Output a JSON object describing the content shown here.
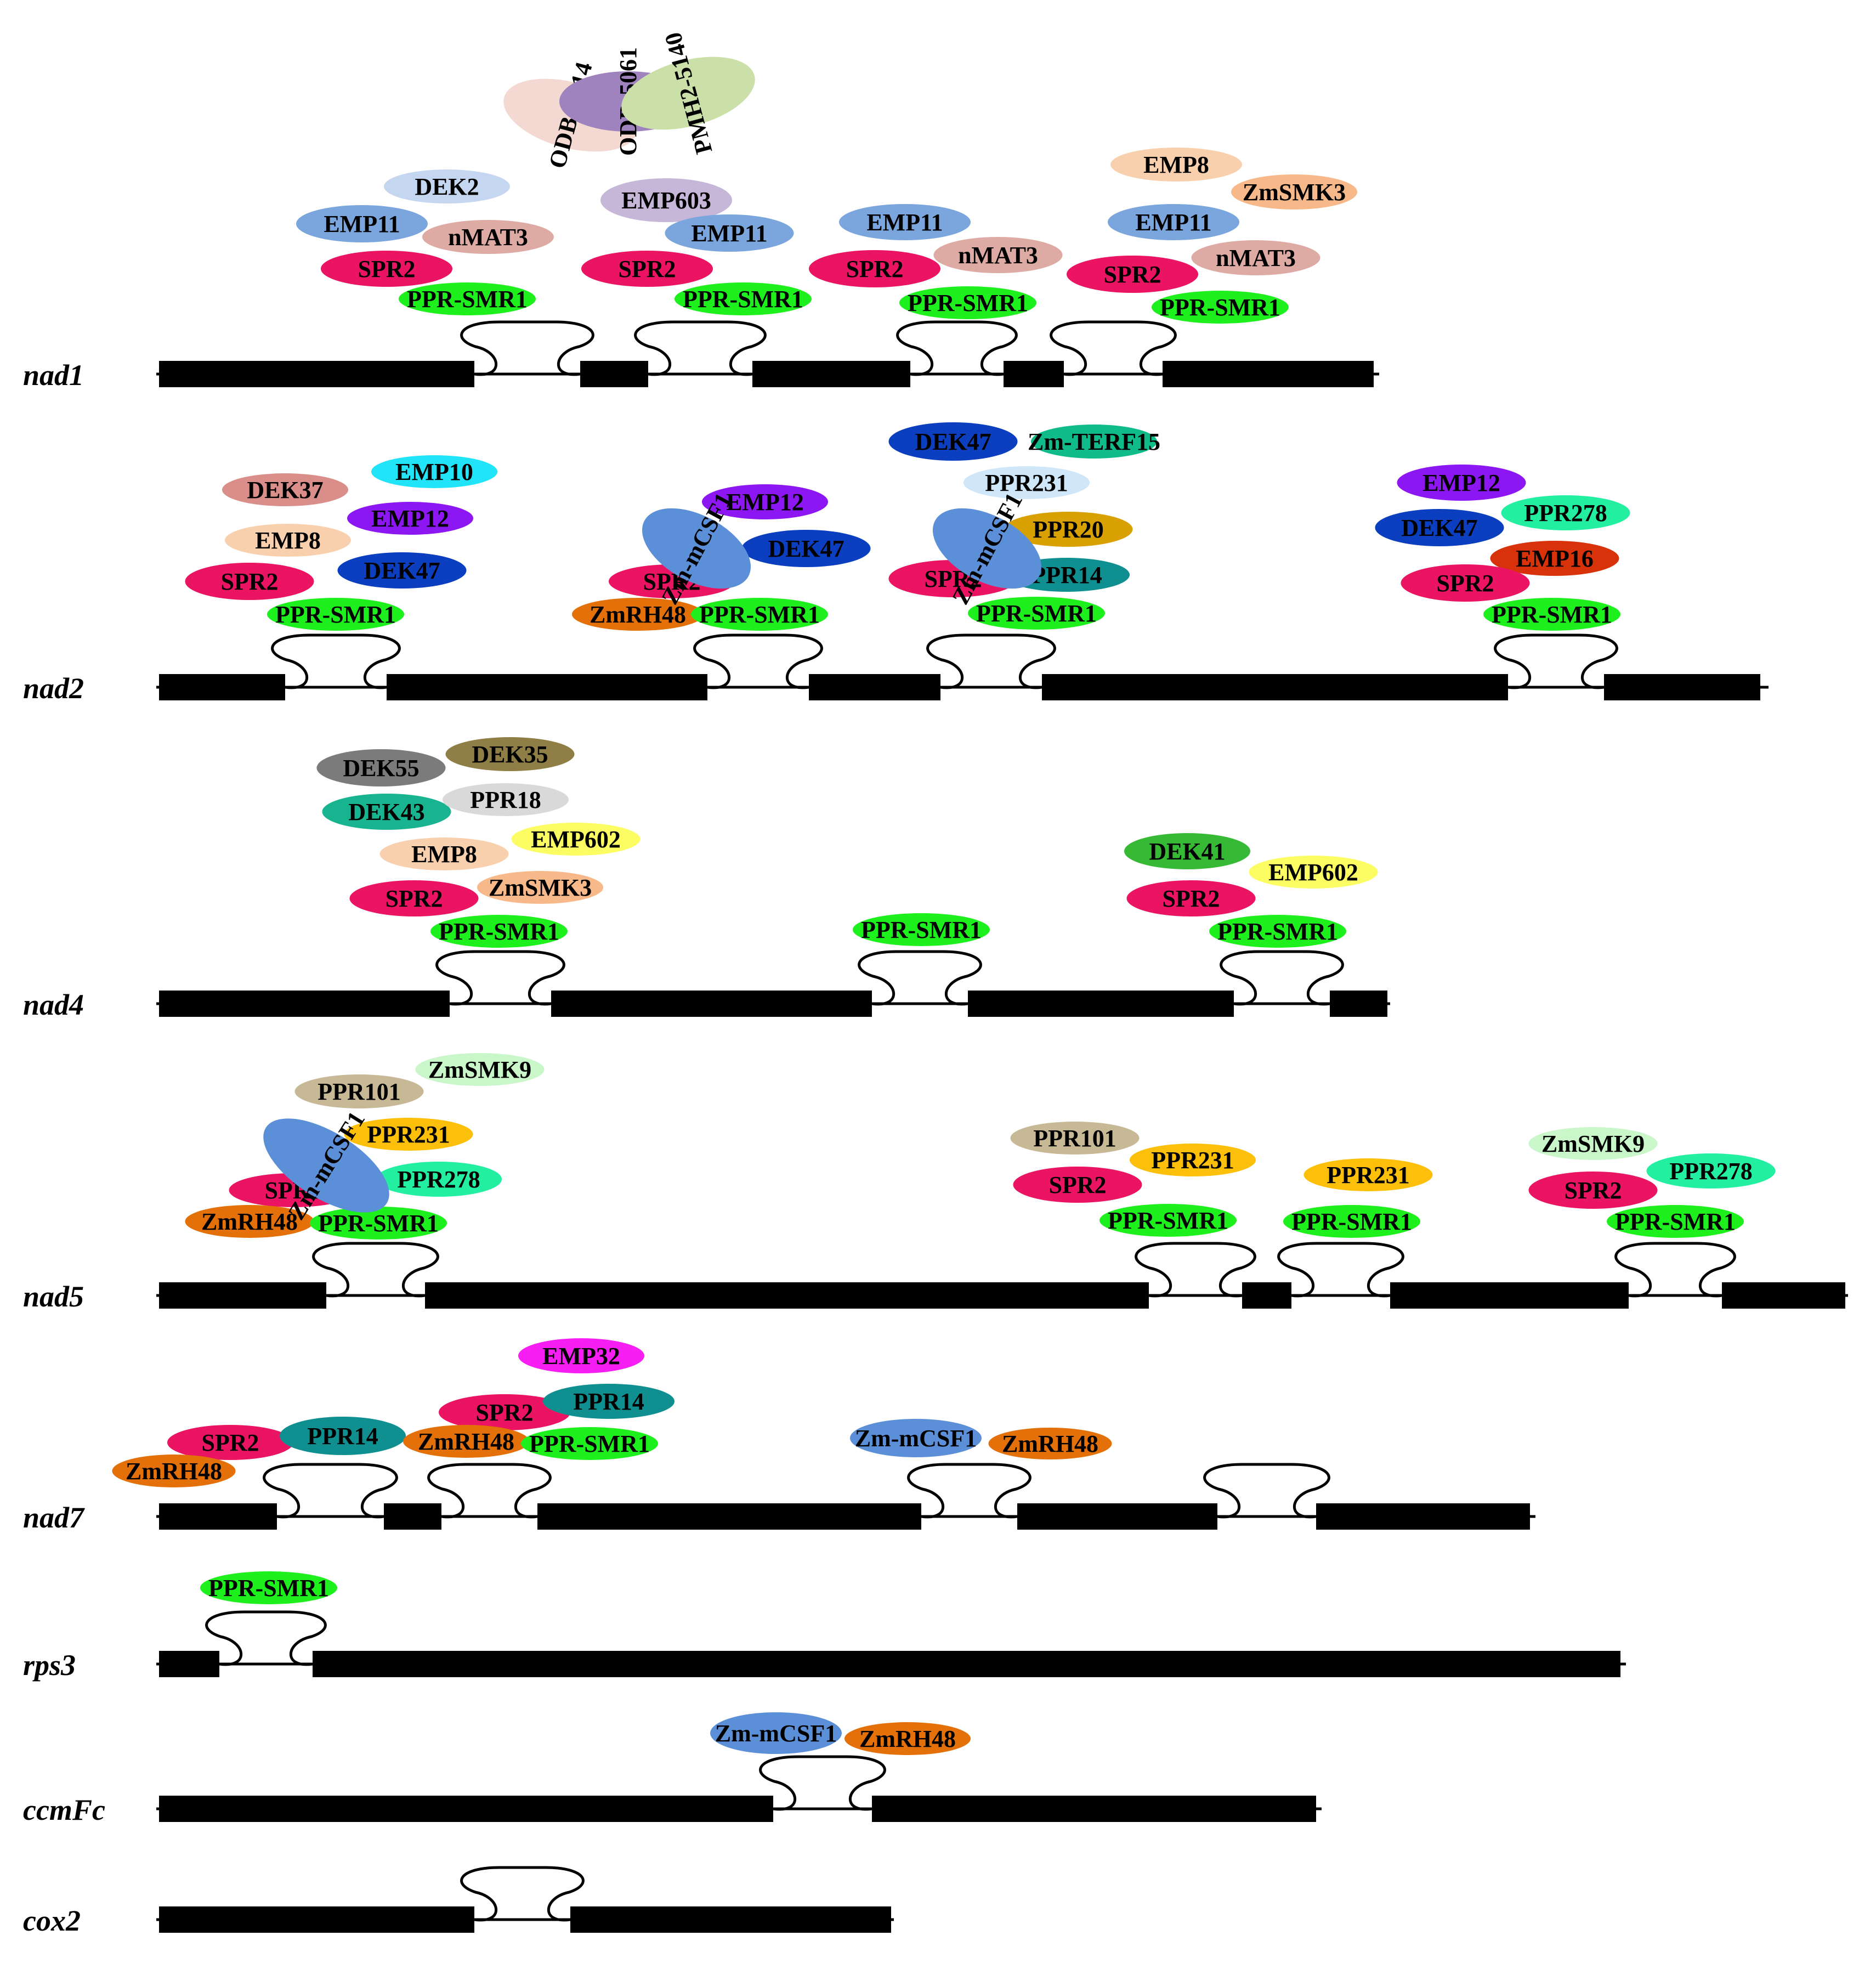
{
  "colors": {
    "SPR2": "#ea1462",
    "PPR-SMR1": "#1ef01e",
    "EMP11": "#7aa6dd",
    "nMAT3": "#ddaaa4",
    "DEK2": "#c4d6f0",
    "EMP603": "#c6b7d9",
    "ODB-0814": "#f4d9d2",
    "ODB-5061": "#9e83be",
    "PMH2-5140": "#cbe0a8",
    "EMP8": "#f9d0ae",
    "ZmSMK3": "#f7b98a",
    "DEK47": "#0b3fc0",
    "Zm-TERF15": "#10bb8a",
    "PPR231": "#cfe7f8",
    "Zm-mCSF1": "#5b8fd7",
    "PPR20": "#d8a000",
    "PPR14": "#0f8f8f",
    "ZmRH48": "#e4700a",
    "DEK37": "#d98e89",
    "EMP10": "#22e4f8",
    "EMP12": "#8c17f2",
    "EMP16": "#d8320a",
    "PPR278": "#22f0a0",
    "DEK55": "#7b7b7b",
    "DEK35": "#8f7f47",
    "DEK43": "#17b48f",
    "PPR18": "#d9d9d9",
    "EMP602": "#fcfc63",
    "DEK41": "#36ba36",
    "ZmSMK9": "#c9f7c9",
    "PPR101": "#c7b896",
    "PPR231y": "#fcc00a",
    "EMP32": "#f71ef4"
  },
  "genes": [
    {
      "name": "nad1",
      "proteins": [
        {
          "label": "DEK2",
          "color": "DEK2"
        },
        {
          "label": "EMP11",
          "color": "EMP11"
        },
        {
          "label": "nMAT3",
          "color": "nMAT3"
        },
        {
          "label": "SPR2",
          "color": "SPR2"
        },
        {
          "label": "PPR-SMR1",
          "color": "PPR-SMR1"
        },
        {
          "label": "ODB-0814",
          "color": "ODB-0814"
        },
        {
          "label": "ODB-5061",
          "color": "ODB-5061"
        },
        {
          "label": "PMH2-5140",
          "color": "PMH2-5140"
        },
        {
          "label": "EMP603",
          "color": "EMP603"
        },
        {
          "label": "EMP11",
          "color": "EMP11"
        },
        {
          "label": "SPR2",
          "color": "SPR2"
        },
        {
          "label": "PPR-SMR1",
          "color": "PPR-SMR1"
        },
        {
          "label": "EMP11",
          "color": "EMP11"
        },
        {
          "label": "SPR2",
          "color": "SPR2"
        },
        {
          "label": "nMAT3",
          "color": "nMAT3"
        },
        {
          "label": "PPR-SMR1",
          "color": "PPR-SMR1"
        },
        {
          "label": "EMP8",
          "color": "EMP8"
        },
        {
          "label": "ZmSMK3",
          "color": "ZmSMK3"
        },
        {
          "label": "EMP11",
          "color": "EMP11"
        },
        {
          "label": "SPR2",
          "color": "SPR2"
        },
        {
          "label": "nMAT3",
          "color": "nMAT3"
        },
        {
          "label": "PPR-SMR1",
          "color": "PPR-SMR1"
        }
      ]
    },
    {
      "name": "nad2",
      "proteins": [
        {
          "label": "DEK37",
          "color": "DEK37"
        },
        {
          "label": "EMP10",
          "color": "EMP10"
        },
        {
          "label": "EMP12",
          "color": "EMP12"
        },
        {
          "label": "EMP8",
          "color": "EMP8"
        },
        {
          "label": "DEK47",
          "color": "DEK47"
        },
        {
          "label": "SPR2",
          "color": "SPR2"
        },
        {
          "label": "PPR-SMR1",
          "color": "PPR-SMR1"
        },
        {
          "label": "EMP12",
          "color": "EMP12"
        },
        {
          "label": "DEK47",
          "color": "DEK47"
        },
        {
          "label": "SPR2",
          "color": "SPR2"
        },
        {
          "label": "ZmRH48",
          "color": "ZmRH48"
        },
        {
          "label": "PPR-SMR1",
          "color": "PPR-SMR1"
        },
        {
          "label": "Zm-mCSF1",
          "color": "Zm-mCSF1"
        },
        {
          "label": "DEK47",
          "color": "DEK47"
        },
        {
          "label": "Zm-TERF15",
          "color": "Zm-TERF15"
        },
        {
          "label": "PPR231",
          "color": "PPR231"
        },
        {
          "label": "PPR20",
          "color": "PPR20"
        },
        {
          "label": "SPR2",
          "color": "SPR2"
        },
        {
          "label": "PPR14",
          "color": "PPR14"
        },
        {
          "label": "PPR-SMR1",
          "color": "PPR-SMR1"
        },
        {
          "label": "Zm-mCSF1",
          "color": "Zm-mCSF1"
        },
        {
          "label": "EMP12",
          "color": "EMP12"
        },
        {
          "label": "DEK47",
          "color": "DEK47"
        },
        {
          "label": "PPR278",
          "color": "PPR278"
        },
        {
          "label": "EMP16",
          "color": "EMP16"
        },
        {
          "label": "SPR2",
          "color": "SPR2"
        },
        {
          "label": "PPR-SMR1",
          "color": "PPR-SMR1"
        }
      ]
    },
    {
      "name": "nad4",
      "proteins": [
        {
          "label": "DEK55",
          "color": "DEK55"
        },
        {
          "label": "DEK35",
          "color": "DEK35"
        },
        {
          "label": "DEK43",
          "color": "DEK43"
        },
        {
          "label": "PPR18",
          "color": "PPR18"
        },
        {
          "label": "EMP602",
          "color": "EMP602"
        },
        {
          "label": "EMP8",
          "color": "EMP8"
        },
        {
          "label": "SPR2",
          "color": "SPR2"
        },
        {
          "label": "ZmSMK3",
          "color": "ZmSMK3"
        },
        {
          "label": "PPR-SMR1",
          "color": "PPR-SMR1"
        },
        {
          "label": "PPR-SMR1",
          "color": "PPR-SMR1"
        },
        {
          "label": "DEK41",
          "color": "DEK41"
        },
        {
          "label": "EMP602",
          "color": "EMP602"
        },
        {
          "label": "SPR2",
          "color": "SPR2"
        },
        {
          "label": "PPR-SMR1",
          "color": "PPR-SMR1"
        }
      ]
    },
    {
      "name": "nad5",
      "proteins": [
        {
          "label": "ZmSMK9",
          "color": "ZmSMK9"
        },
        {
          "label": "PPR101",
          "color": "PPR101"
        },
        {
          "label": "PPR231",
          "color": "PPR231y"
        },
        {
          "label": "PPR278",
          "color": "PPR278"
        },
        {
          "label": "SPR2",
          "color": "SPR2"
        },
        {
          "label": "ZmRH48",
          "color": "ZmRH48"
        },
        {
          "label": "PPR-SMR1",
          "color": "PPR-SMR1"
        },
        {
          "label": "Zm-mCSF1",
          "color": "Zm-mCSF1"
        },
        {
          "label": "PPR101",
          "color": "PPR101"
        },
        {
          "label": "PPR231",
          "color": "PPR231y"
        },
        {
          "label": "SPR2",
          "color": "SPR2"
        },
        {
          "label": "PPR-SMR1",
          "color": "PPR-SMR1"
        },
        {
          "label": "PPR231",
          "color": "PPR231y"
        },
        {
          "label": "PPR-SMR1",
          "color": "PPR-SMR1"
        },
        {
          "label": "ZmSMK9",
          "color": "ZmSMK9"
        },
        {
          "label": "PPR278",
          "color": "PPR278"
        },
        {
          "label": "SPR2",
          "color": "SPR2"
        },
        {
          "label": "PPR-SMR1",
          "color": "PPR-SMR1"
        }
      ]
    },
    {
      "name": "nad7",
      "proteins": [
        {
          "label": "SPR2",
          "color": "SPR2"
        },
        {
          "label": "PPR14",
          "color": "PPR14"
        },
        {
          "label": "ZmRH48",
          "color": "ZmRH48"
        },
        {
          "label": "EMP32",
          "color": "EMP32"
        },
        {
          "label": "SPR2",
          "color": "SPR2"
        },
        {
          "label": "PPR14",
          "color": "PPR14"
        },
        {
          "label": "ZmRH48",
          "color": "ZmRH48"
        },
        {
          "label": "PPR-SMR1",
          "color": "PPR-SMR1"
        },
        {
          "label": "Zm-mCSF1",
          "color": "Zm-mCSF1"
        },
        {
          "label": "ZmRH48",
          "color": "ZmRH48"
        }
      ]
    },
    {
      "name": "rps3",
      "proteins": [
        {
          "label": "PPR-SMR1",
          "color": "PPR-SMR1"
        }
      ]
    },
    {
      "name": "ccmFc",
      "proteins": [
        {
          "label": "Zm-mCSF1",
          "color": "Zm-mCSF1"
        },
        {
          "label": "ZmRH48",
          "color": "ZmRH48"
        }
      ]
    },
    {
      "name": "cox2",
      "proteins": []
    }
  ]
}
